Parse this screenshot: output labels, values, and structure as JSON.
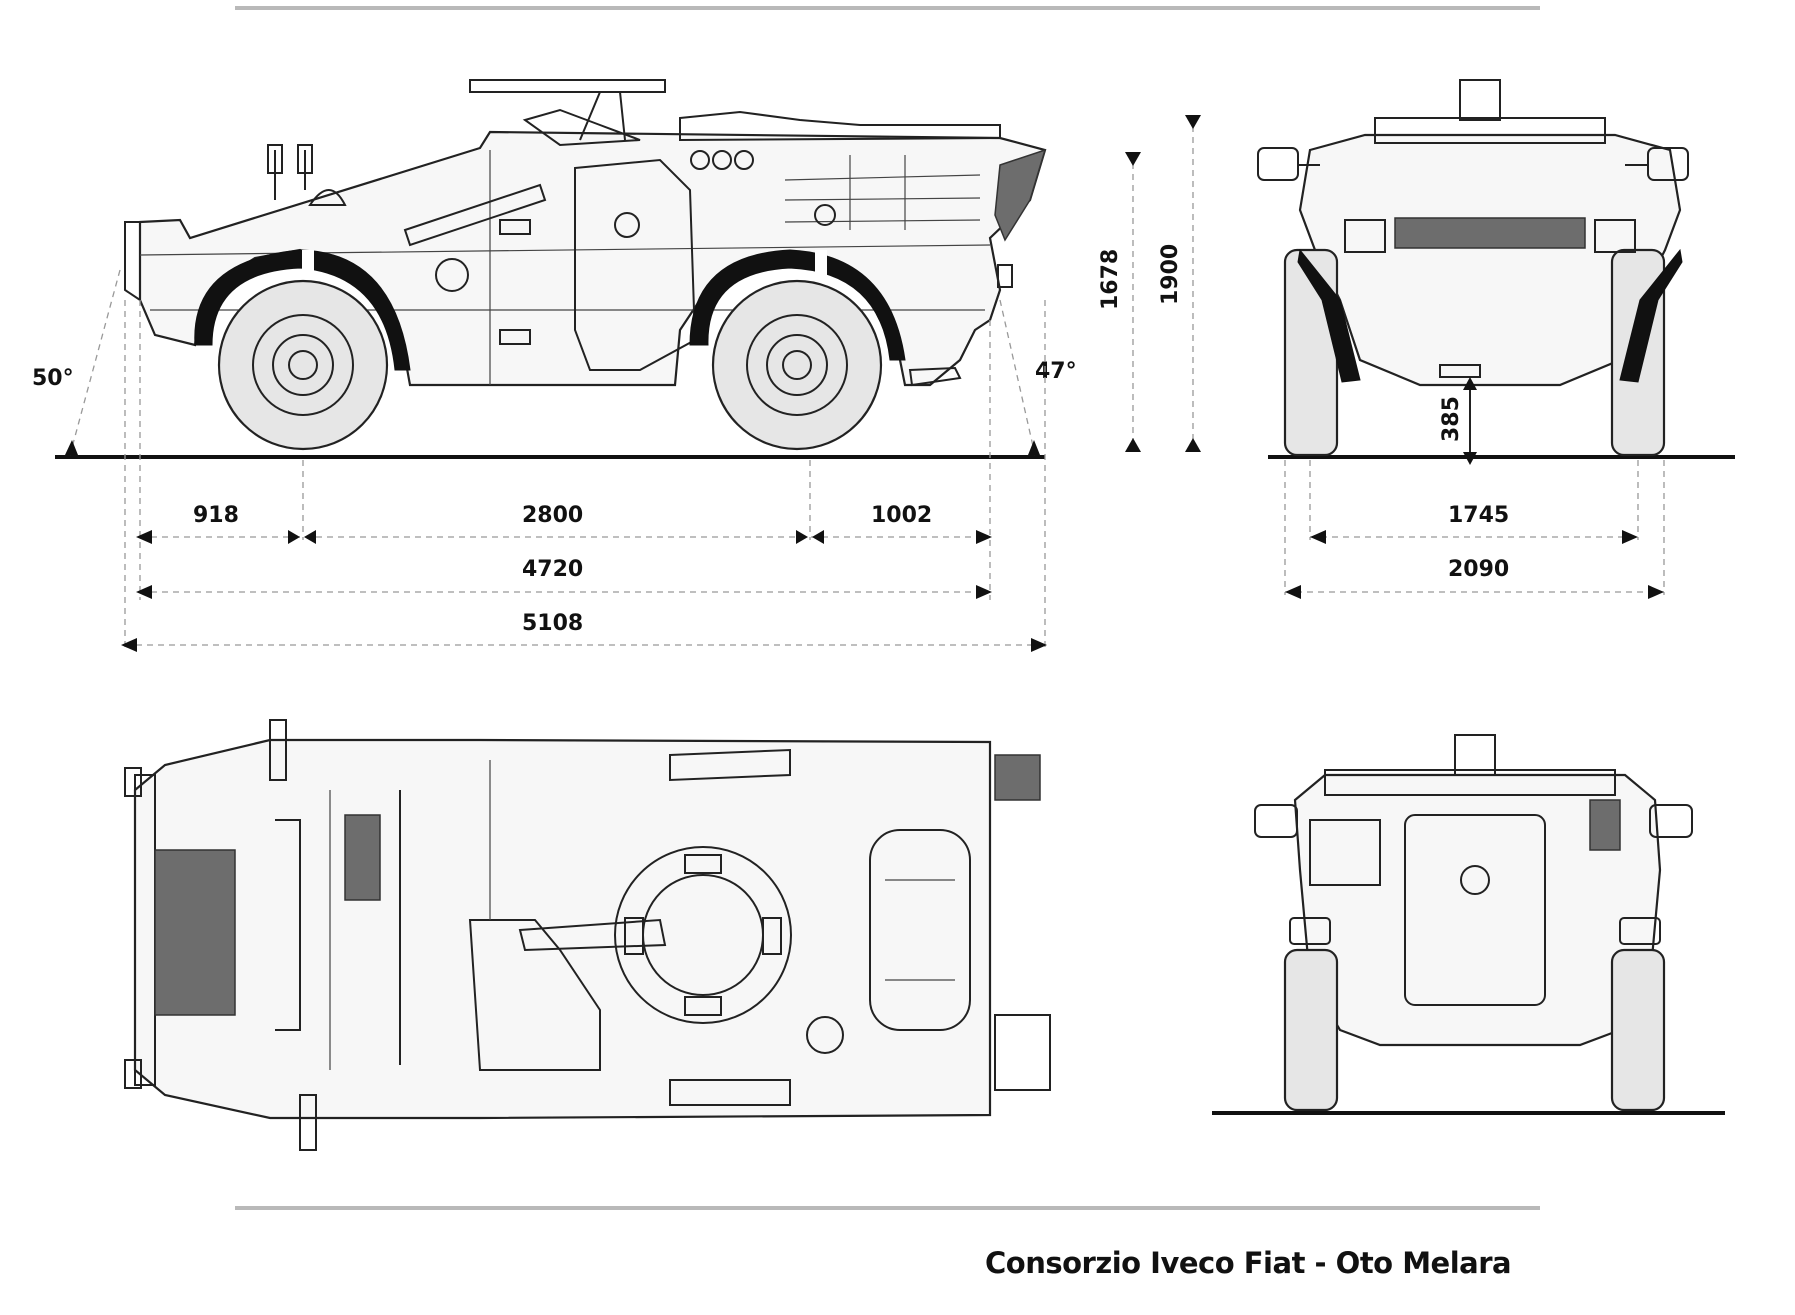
{
  "dimensions": {
    "front_overhang": "918",
    "wheelbase": "2800",
    "rear_overhang": "1002",
    "hull_length": "4720",
    "overall_length": "5108",
    "hull_height": "1678",
    "overall_height": "1900",
    "track": "1745",
    "overall_width": "2090",
    "ground_clearance": "385",
    "approach_angle": "50°",
    "departure_angle": "47°"
  },
  "credit": "Consorzio Iveco Fiat - Oto Melara",
  "colors": {
    "line": "#222222",
    "ground": "#111111",
    "rule": "#b9b9b9",
    "hatch": "#6d6d6d"
  }
}
